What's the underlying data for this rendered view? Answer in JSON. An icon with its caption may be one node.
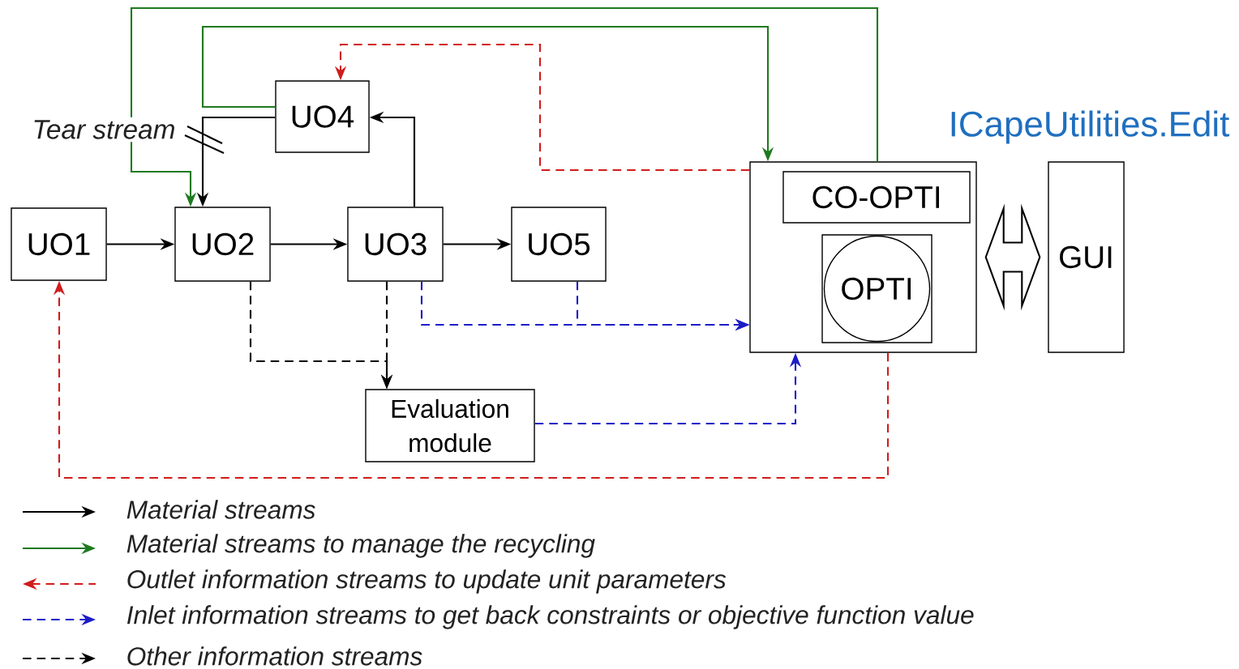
{
  "diagram": {
    "nodes": [
      {
        "text": [
          "UO1"
        ]
      },
      {
        "text": [
          "UO2"
        ]
      },
      {
        "text": [
          "UO3"
        ]
      },
      {
        "text": [
          "UO4"
        ]
      },
      {
        "text": [
          "UO5"
        ]
      },
      {
        "text": [
          "Evaluation module"
        ]
      },
      {
        "text": [],
        "shape": "box"
      },
      {
        "text": [
          "CO-OPTI"
        ],
        "in": 6
      },
      {
        "text": [],
        "shape": "box",
        "in": 6
      },
      {
        "text": [
          "OPTI"
        ],
        "in": 8
      },
      {
        "text": [
          "GUI"
        ]
      }
    ],
    "edges": [
      {
        "from": 0,
        "to": 1,
        "arrow": "to"
      },
      {
        "from": 1,
        "to": 2,
        "arrow": "to"
      },
      {
        "from": 2,
        "to": 4,
        "arrow": "to"
      },
      {
        "from": 2,
        "to": 3,
        "arrow": "to"
      },
      {
        "from": 3,
        "to": 1,
        "arrow": "to"
      },
      {
        "from": 6,
        "to": 1,
        "arrow": "to",
        "color": "#1f7a1f"
      },
      {
        "from": 3,
        "to": 6,
        "arrow": "to",
        "color": "#1f7a1f"
      },
      {
        "from": 6,
        "to": 3,
        "arrow": "to",
        "style": "dashed",
        "color": "#d01c1c"
      },
      {
        "from": 6,
        "to": 0,
        "arrow": "to",
        "style": "dashed",
        "color": "#d01c1c"
      },
      {
        "from": 2,
        "to": 6,
        "arrow": "to",
        "style": "dashed",
        "color": "#1c1cc8"
      },
      {
        "from": 4,
        "to": 6,
        "arrow": "to",
        "style": "dashed",
        "color": "#1c1cc8"
      },
      {
        "from": 5,
        "to": 6,
        "arrow": "to",
        "style": "dashed",
        "color": "#1c1cc8"
      },
      {
        "from": 1,
        "to": 5,
        "arrow": "to",
        "style": "dashed"
      },
      {
        "from": 2,
        "to": 5,
        "arrow": "to",
        "style": "dashed"
      },
      {
        "from": 6,
        "to": 10,
        "arrow": "both"
      }
    ],
    "labels": [
      "Tear stream",
      "ICapeUtilities.Edit"
    ],
    "legend": [
      {
        "text": "Material streams"
      },
      {
        "text": "Material streams to manage the recycling"
      },
      {
        "text": "Outlet information streams to update unit parameters"
      },
      {
        "text": "Inlet information streams to get back constraints or objective function value"
      },
      {
        "text": "Other information streams"
      }
    ]
  }
}
